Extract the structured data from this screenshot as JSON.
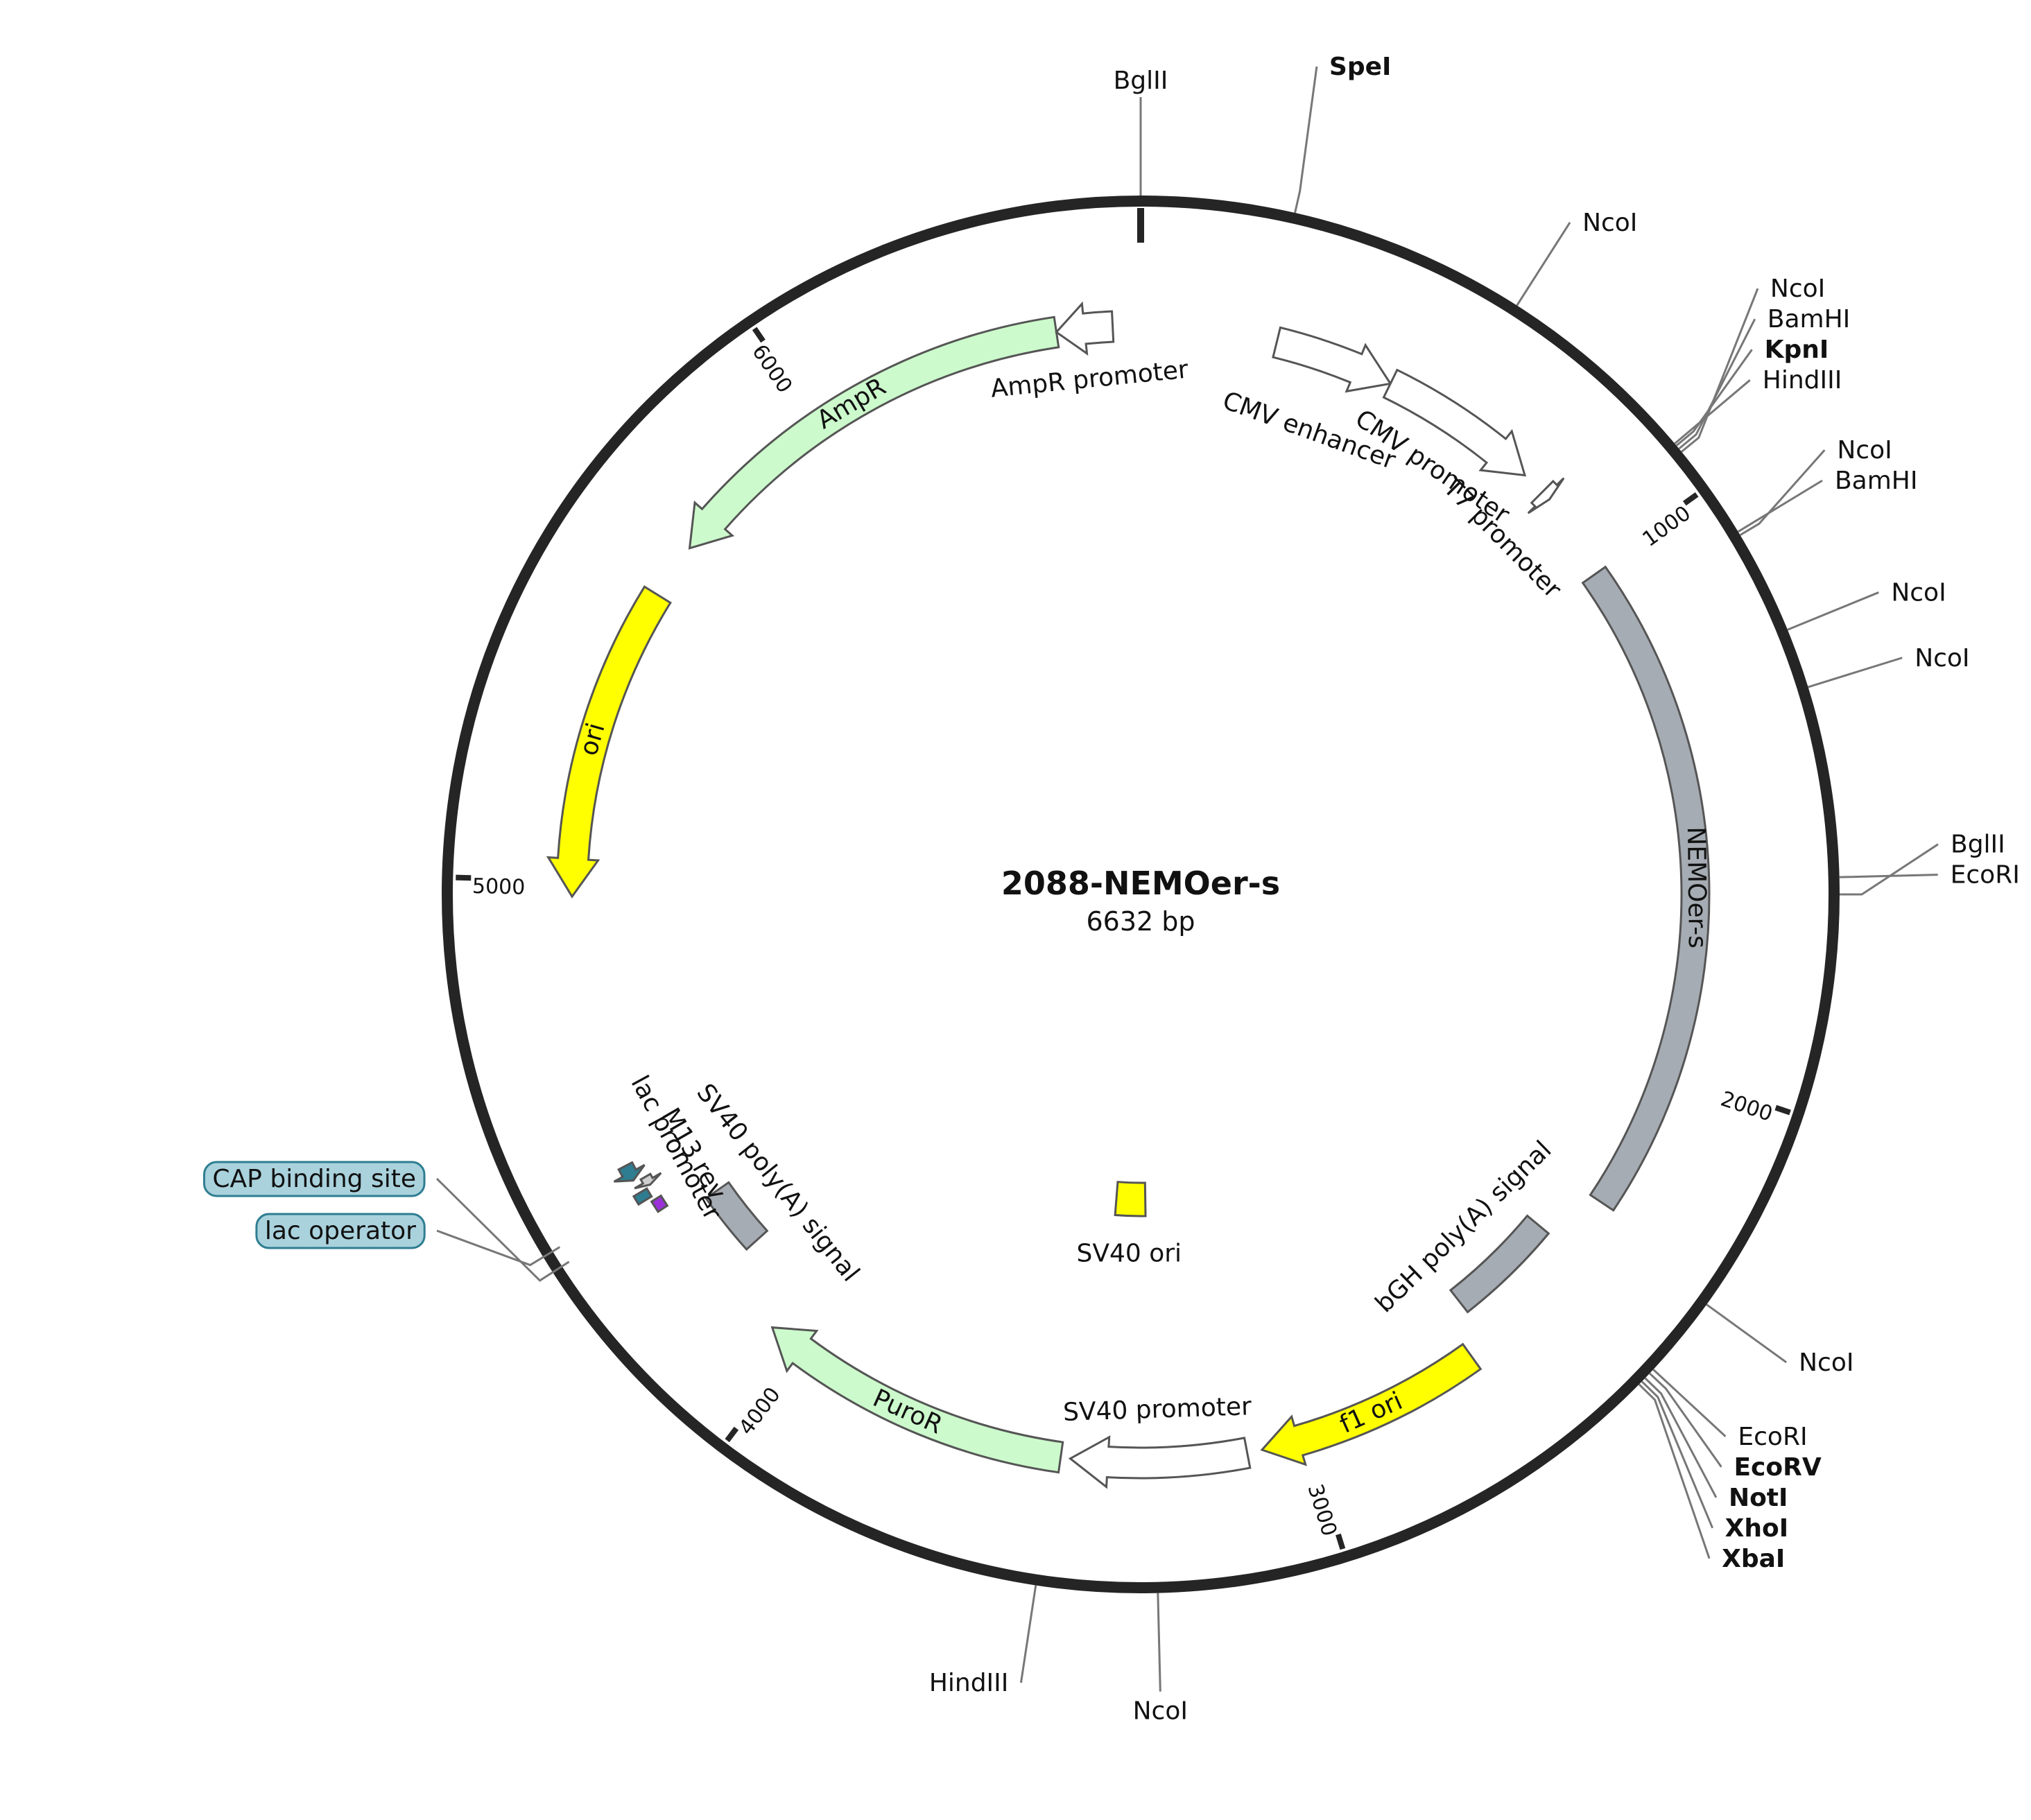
{
  "plasmid": {
    "name": "2088-NEMOer-s",
    "length_label": "6632 bp",
    "length_bp": 6632
  },
  "colors": {
    "backbone": "#252525",
    "gene_green": "#ccfacc",
    "origin_yellow": "#ffff00",
    "cds_gray": "#a6acb3",
    "promoter_white": "#ffffff",
    "operator_teal": "#2e7d91",
    "cap_purple": "#9b30d9",
    "callout_fill": "#a9d2dd",
    "callout_stroke": "#2e7d91"
  },
  "ticks": [
    {
      "bp": 1000,
      "label": "1000"
    },
    {
      "bp": 2000,
      "label": "2000"
    },
    {
      "bp": 3000,
      "label": "3000"
    },
    {
      "bp": 4000,
      "label": "4000"
    },
    {
      "bp": 5000,
      "label": "5000"
    },
    {
      "bp": 6000,
      "label": "6000"
    }
  ],
  "sites": [
    {
      "name": "BglII",
      "bp": 0,
      "unique": false
    },
    {
      "name": "SpeI",
      "bp": 235,
      "unique": true
    },
    {
      "name": "NcoI",
      "bp": 600,
      "unique": false
    },
    {
      "name": "HindIII",
      "bp": 918,
      "unique": false
    },
    {
      "name": "KpnI",
      "bp": 922,
      "unique": true
    },
    {
      "name": "BamHI",
      "bp": 928,
      "unique": false
    },
    {
      "name": "NcoI",
      "bp": 934,
      "unique": false
    },
    {
      "name": "BamHI",
      "bp": 1082,
      "unique": false
    },
    {
      "name": "NcoI",
      "bp": 1088,
      "unique": false
    },
    {
      "name": "NcoI",
      "bp": 1248,
      "unique": false
    },
    {
      "name": "NcoI",
      "bp": 1340,
      "unique": false
    },
    {
      "name": "EcoRI",
      "bp": 1632,
      "unique": false
    },
    {
      "name": "BglII",
      "bp": 1658,
      "unique": false
    },
    {
      "name": "NcoI",
      "bp": 2320,
      "unique": false
    },
    {
      "name": "EcoRI",
      "bp": 2447,
      "unique": false
    },
    {
      "name": "EcoRV",
      "bp": 2455,
      "unique": true
    },
    {
      "name": "NotI",
      "bp": 2465,
      "unique": true
    },
    {
      "name": "XhoI",
      "bp": 2472,
      "unique": true
    },
    {
      "name": "XbaI",
      "bp": 2478,
      "unique": true
    },
    {
      "name": "NcoI",
      "bp": 3290,
      "unique": false
    },
    {
      "name": "HindIII",
      "bp": 3475,
      "unique": false
    }
  ],
  "features": [
    {
      "name": "CMV enhancer",
      "start": 255,
      "end": 480,
      "strand": 1,
      "kind": "promoter"
    },
    {
      "name": "CMV promoter",
      "start": 480,
      "end": 783,
      "strand": 1,
      "kind": "promoter"
    },
    {
      "name": "T7 promoter",
      "start": 828,
      "end": 847,
      "strand": 1,
      "kind": "promoter"
    },
    {
      "name": "NEMOer-s",
      "start": 1010,
      "end": 2280,
      "strand": 1,
      "kind": "cds"
    },
    {
      "name": "bGH poly(A) signal",
      "start": 2390,
      "end": 2615,
      "strand": 1,
      "kind": "polyA"
    },
    {
      "name": "f1 ori",
      "start": 2660,
      "end": 3089,
      "strand": 1,
      "kind": "origin"
    },
    {
      "name": "SV40 promoter",
      "start": 3117,
      "end": 3447,
      "strand": 1,
      "kind": "promoter"
    },
    {
      "name": "PuroR",
      "start": 3465,
      "end": 4060,
      "strand": 1,
      "kind": "gene"
    },
    {
      "name": "SV40 poly(A) signal",
      "start": 4200,
      "end": 4330,
      "strand": 1,
      "kind": "polyA"
    },
    {
      "name": "CAP binding site",
      "start": 4360,
      "end": 4382,
      "strand": -1,
      "kind": "cap"
    },
    {
      "name": "lac operator",
      "start": 4390,
      "end": 4407,
      "strand": -1,
      "kind": "operator"
    },
    {
      "name": "M13 rev",
      "start": 4410,
      "end": 4427,
      "strand": -1,
      "kind": "primer"
    },
    {
      "name": "lac promoter",
      "start": 4432,
      "end": 4462,
      "strand": -1,
      "kind": "operator"
    },
    {
      "name": "ori",
      "start": 4970,
      "end": 5560,
      "strand": -1,
      "kind": "origin"
    },
    {
      "name": "AmpR",
      "start": 5665,
      "end": 6475,
      "strand": -1,
      "kind": "gene"
    },
    {
      "name": "AmpR promoter",
      "start": 6475,
      "end": 6580,
      "strand": -1,
      "kind": "promoter"
    },
    {
      "name": "SV40 ori",
      "start": 3300,
      "end": 3400,
      "strand": 0,
      "kind": "origin_inner"
    }
  ],
  "callouts": [
    {
      "name": "CAP binding site"
    },
    {
      "name": "lac operator"
    }
  ]
}
